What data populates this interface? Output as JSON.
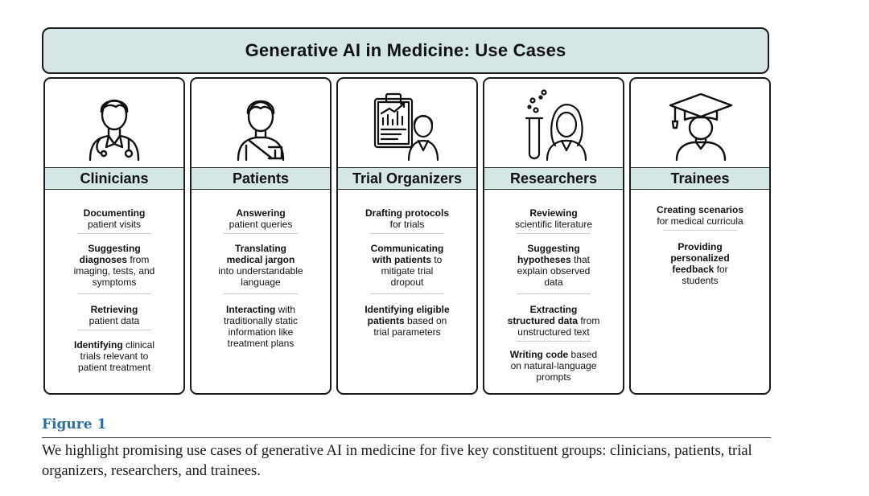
{
  "title": "Generative AI in Medicine: Use Cases",
  "columns": [
    {
      "heading": "Clinicians",
      "icon": "doctor-icon",
      "items": [
        [
          {
            "t": "Documenting",
            "b": true
          },
          {
            "br": true
          },
          {
            "t": "patient visits",
            "b": false
          }
        ],
        [
          {
            "t": "Suggesting",
            "b": true
          },
          {
            "br": true
          },
          {
            "t": "diagnoses",
            "b": true
          },
          {
            "t": " from",
            "b": false
          },
          {
            "br": true
          },
          {
            "t": "imaging, tests, and",
            "b": false
          },
          {
            "br": true
          },
          {
            "t": "symptoms",
            "b": false
          }
        ],
        [
          {
            "t": "Retrieving",
            "b": true
          },
          {
            "br": true
          },
          {
            "t": "patient data",
            "b": false
          }
        ],
        [
          {
            "t": "Identifying",
            "b": true
          },
          {
            "t": " clinical",
            "b": false
          },
          {
            "br": true
          },
          {
            "t": "trials relevant to",
            "b": false
          },
          {
            "br": true
          },
          {
            "t": "patient treatment",
            "b": false
          }
        ]
      ]
    },
    {
      "heading": "Patients",
      "icon": "patient-icon",
      "items": [
        [
          {
            "t": "Answering",
            "b": true
          },
          {
            "br": true
          },
          {
            "t": "patient queries",
            "b": false
          }
        ],
        [
          {
            "t": "Translating",
            "b": true
          },
          {
            "br": true
          },
          {
            "t": "medical jargon",
            "b": true
          },
          {
            "br": true
          },
          {
            "t": "into understandable",
            "b": false
          },
          {
            "br": true
          },
          {
            "t": "language",
            "b": false
          }
        ],
        [
          {
            "t": "Interacting",
            "b": true
          },
          {
            "t": " with",
            "b": false
          },
          {
            "br": true
          },
          {
            "t": "traditionally static",
            "b": false
          },
          {
            "br": true
          },
          {
            "t": "information like",
            "b": false
          },
          {
            "br": true
          },
          {
            "t": "treatment plans",
            "b": false
          }
        ]
      ]
    },
    {
      "heading": "Trial Organizers",
      "icon": "clipboard-chart-icon",
      "items": [
        [
          {
            "t": "Drafting protocols",
            "b": true
          },
          {
            "br": true
          },
          {
            "t": "for trials",
            "b": false
          }
        ],
        [
          {
            "t": "Communicating",
            "b": true
          },
          {
            "br": true
          },
          {
            "t": "with patients",
            "b": true
          },
          {
            "t": " to",
            "b": false
          },
          {
            "br": true
          },
          {
            "t": "mitigate trial",
            "b": false
          },
          {
            "br": true
          },
          {
            "t": "dropout",
            "b": false
          }
        ],
        [
          {
            "t": "Identifying eligible",
            "b": true
          },
          {
            "br": true
          },
          {
            "t": "patients",
            "b": true
          },
          {
            "t": " based on",
            "b": false
          },
          {
            "br": true
          },
          {
            "t": "trial parameters",
            "b": false
          }
        ]
      ]
    },
    {
      "heading": "Researchers",
      "icon": "researcher-icon",
      "items": [
        [
          {
            "t": "Reviewing",
            "b": true
          },
          {
            "br": true
          },
          {
            "t": "scientific literature",
            "b": false
          }
        ],
        [
          {
            "t": "Suggesting",
            "b": true
          },
          {
            "br": true
          },
          {
            "t": "hypotheses",
            "b": true
          },
          {
            "t": " that",
            "b": false
          },
          {
            "br": true
          },
          {
            "t": "explain observed",
            "b": false
          },
          {
            "br": true
          },
          {
            "t": "data",
            "b": false
          }
        ],
        [
          {
            "t": "Extracting",
            "b": true
          },
          {
            "br": true
          },
          {
            "t": "structured data",
            "b": true
          },
          {
            "t": " from",
            "b": false
          },
          {
            "br": true
          },
          {
            "t": "unstructured text",
            "b": false
          }
        ],
        [
          {
            "t": "Writing code",
            "b": true
          },
          {
            "t": " based",
            "b": false
          },
          {
            "br": true
          },
          {
            "t": "on natural-language",
            "b": false
          },
          {
            "br": true
          },
          {
            "t": "prompts",
            "b": false
          }
        ]
      ]
    },
    {
      "heading": "Trainees",
      "icon": "graduate-icon",
      "items": [
        [
          {
            "t": "Creating scenarios",
            "b": true
          },
          {
            "br": true
          },
          {
            "t": "for medical curricula",
            "b": false
          }
        ],
        [
          {
            "t": "Providing",
            "b": true
          },
          {
            "br": true
          },
          {
            "t": "personalized",
            "b": true
          },
          {
            "br": true
          },
          {
            "t": "feedback",
            "b": true
          },
          {
            "t": " for",
            "b": false
          },
          {
            "br": true
          },
          {
            "t": "students",
            "b": false
          }
        ]
      ]
    }
  ],
  "figure_label": "Figure 1",
  "caption": "We highlight promising use cases of generative AI in medicine for five key constituent groups: clinicians, patients, trial organizers, researchers, and trainees.",
  "colors": {
    "band": "#d4e6e6",
    "figure_label": "#2a6fa0"
  }
}
